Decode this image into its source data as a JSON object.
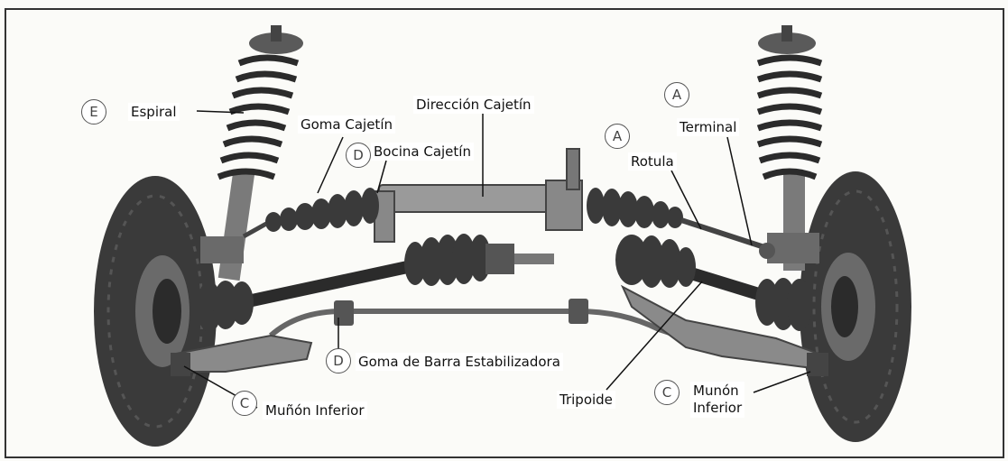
{
  "colors": {
    "metal_dark": "#2b2b2b",
    "metal_mid": "#6a6a6a",
    "metal_light": "#b8b8b8",
    "tire": "#3a3a3a",
    "frame": "#333333"
  },
  "labels": {
    "espiral": "Espiral",
    "direccion_cajetin": "Dirección Cajetín",
    "goma_cajetin": "Goma Cajetín",
    "bocina_cajetin": "Bocina Cajetín",
    "terminal": "Terminal",
    "rotula": "Rotula",
    "goma_barra": "Goma de Barra Estabilizadora",
    "munon_inferior_left": "Muñón Inferior",
    "tripoide": "Tripoide",
    "munon_right_line1": "Munón",
    "munon_right_line2": "Inferior"
  },
  "badges": {
    "e": "E",
    "d_top": "D",
    "d_bottom": "D",
    "a_top": "A",
    "a_mid": "A",
    "c_left": "C",
    "c_right": "C"
  }
}
